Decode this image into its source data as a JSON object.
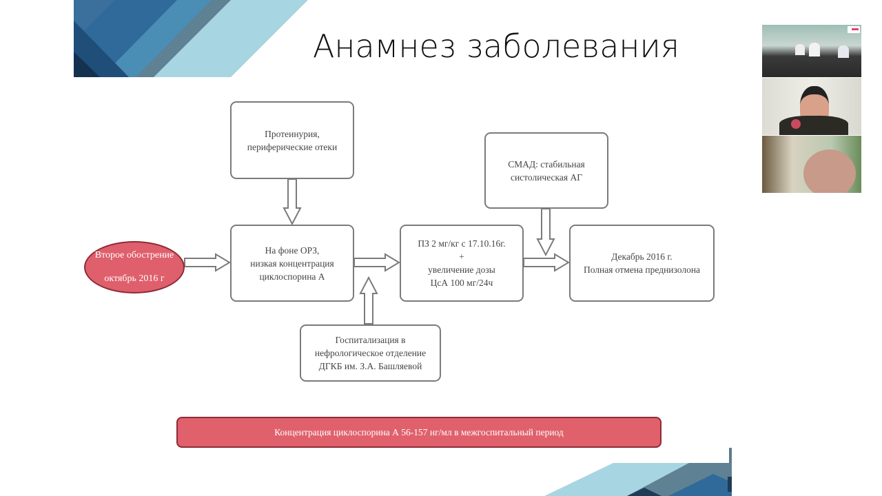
{
  "slide": {
    "title": "Анамнез заболевания",
    "event": {
      "line1": "Второе обострение",
      "line2": "октябрь 2016 г"
    },
    "boxes": {
      "proteinuria": [
        "Протеинурия,",
        "периферические отеки"
      ],
      "ors": [
        "На фоне ОРЗ,",
        "низкая концентрация",
        "циклоспорина А"
      ],
      "treatment": [
        "ПЗ 2 мг/кг с 17.10.16г.",
        "+",
        "увеличение дозы",
        "ЦсА 100 мг/24ч"
      ],
      "smad": [
        "СМАД: стабильная",
        "систолическая АГ"
      ],
      "december": [
        "Декабрь 2016 г.",
        "Полная отмена преднизолона"
      ],
      "hospital": [
        "Госпитализация в",
        "нефрологическое отделение",
        "ДГКБ им. З.А. Башляевой"
      ]
    },
    "footer_bar": "Концентрация циклоспорина А 56-157 нг/мл в межгоспитальный период"
  },
  "colors": {
    "accent_red": "#e0616b",
    "dark_blue": "#1f4e79",
    "light_blue": "#a8d5e2",
    "border_gray": "#7a7a7a"
  },
  "video_panel": {
    "participants": 3
  }
}
